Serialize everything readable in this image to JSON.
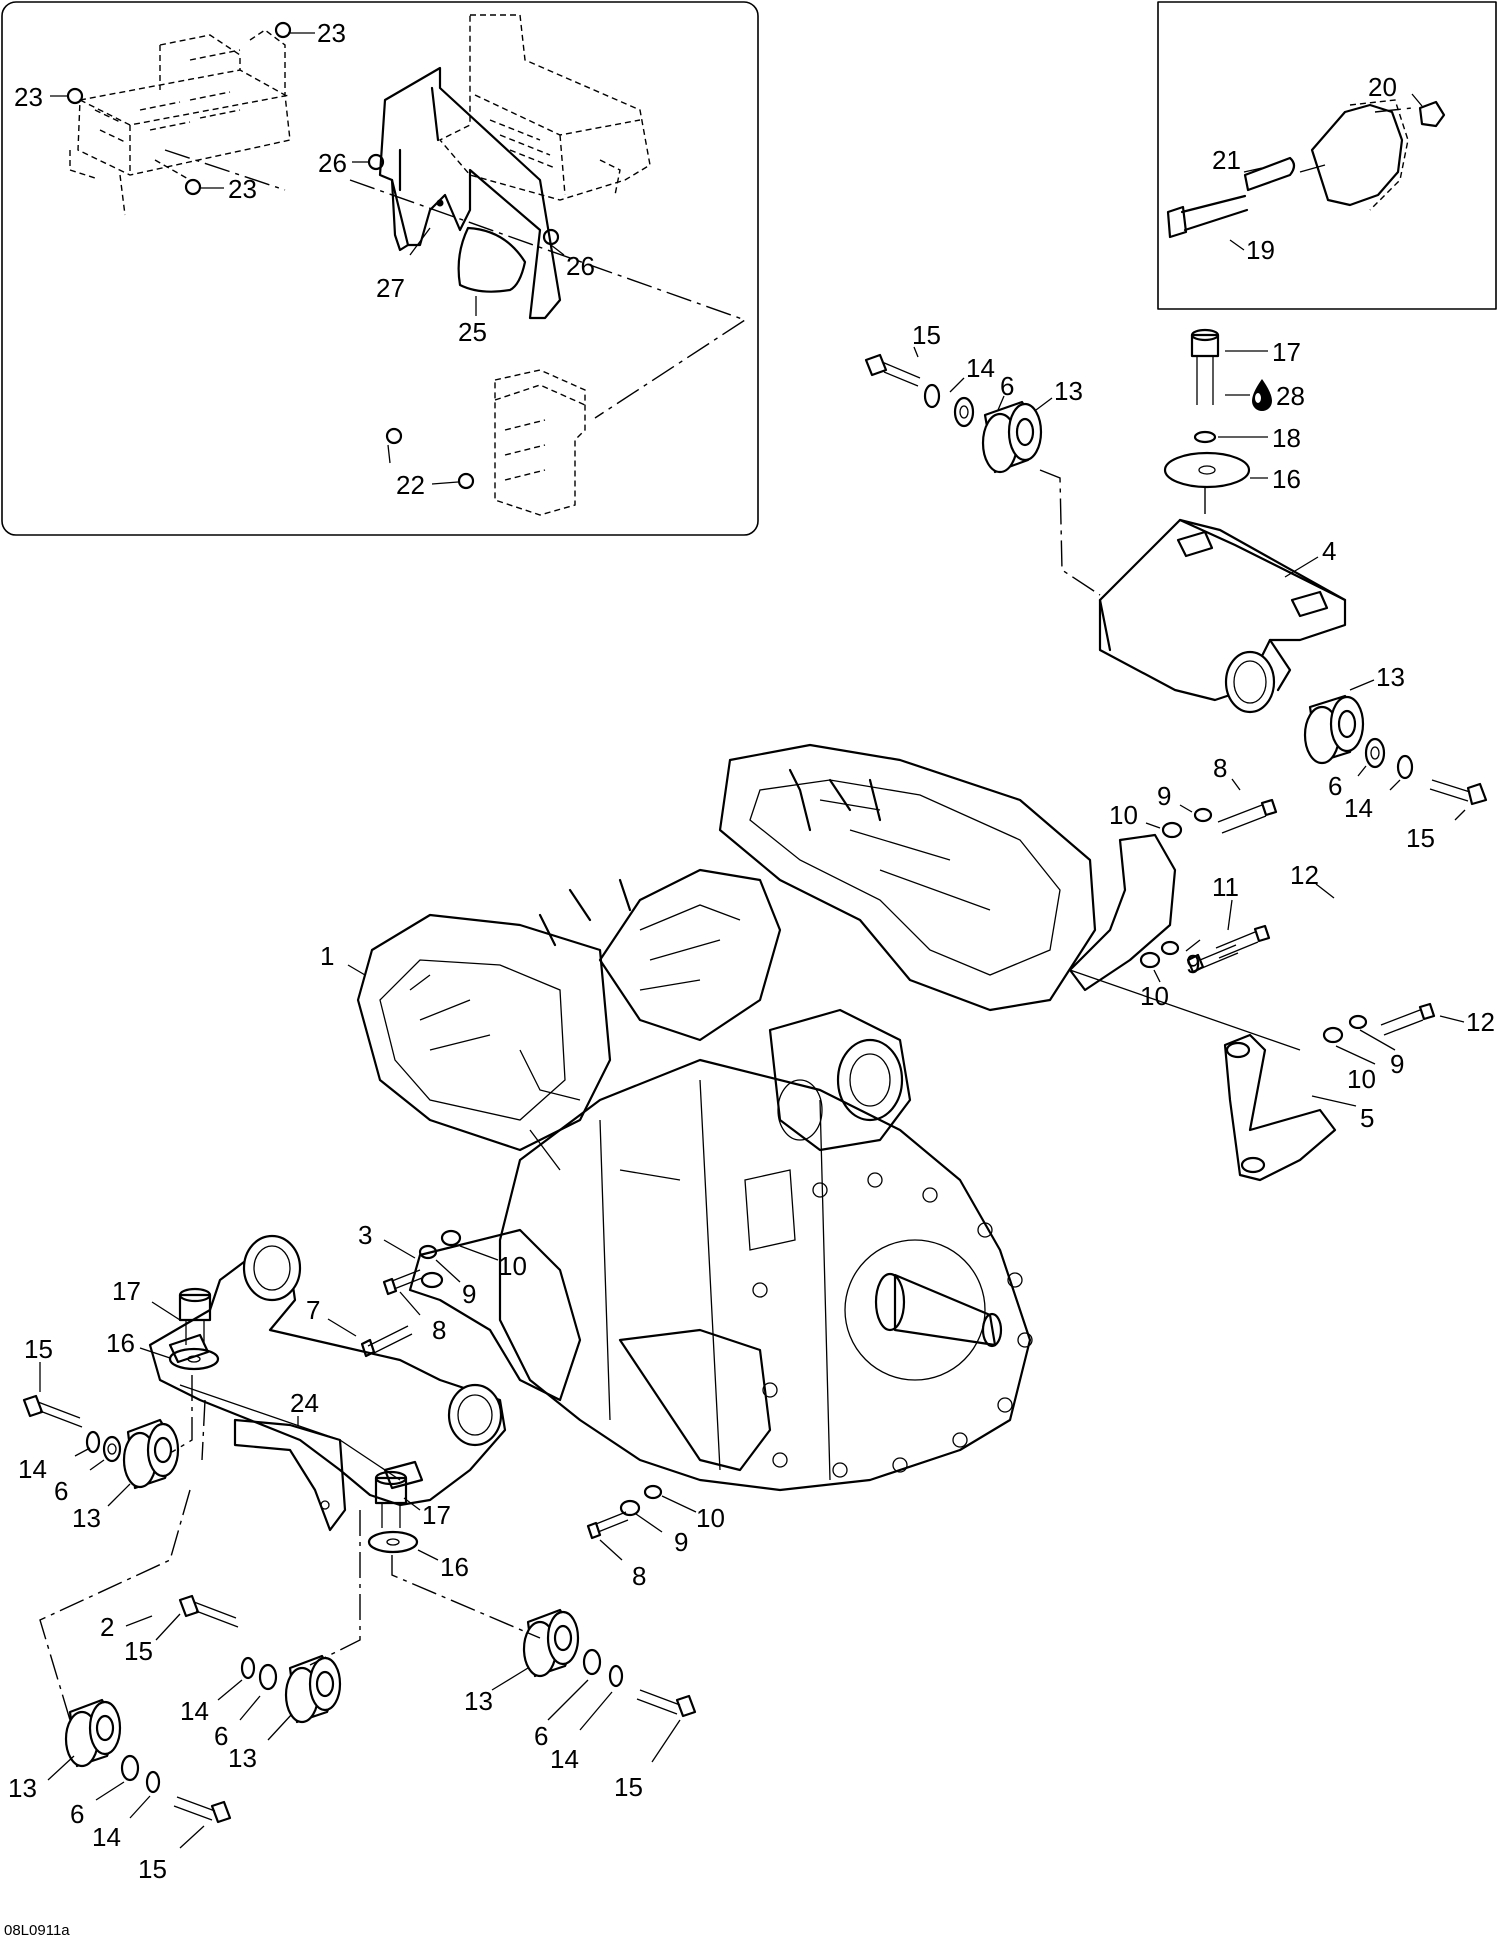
{
  "figure": {
    "reference": "08L0911a"
  },
  "callouts": [
    {
      "label": "23"
    },
    {
      "label": "23"
    },
    {
      "label": "23"
    },
    {
      "label": "26"
    },
    {
      "label": "26"
    },
    {
      "label": "27"
    },
    {
      "label": "25"
    },
    {
      "label": "22"
    },
    {
      "label": "20"
    },
    {
      "label": "21"
    },
    {
      "label": "19"
    },
    {
      "label": "15"
    },
    {
      "label": "14"
    },
    {
      "label": "6"
    },
    {
      "label": "13"
    },
    {
      "label": "17"
    },
    {
      "label": "28"
    },
    {
      "label": "18"
    },
    {
      "label": "16"
    },
    {
      "label": "4"
    },
    {
      "label": "13"
    },
    {
      "label": "6"
    },
    {
      "label": "14"
    },
    {
      "label": "15"
    },
    {
      "label": "8"
    },
    {
      "label": "9"
    },
    {
      "label": "10"
    },
    {
      "label": "11"
    },
    {
      "label": "12"
    },
    {
      "label": "9"
    },
    {
      "label": "10"
    },
    {
      "label": "12"
    },
    {
      "label": "9"
    },
    {
      "label": "10"
    },
    {
      "label": "5"
    },
    {
      "label": "1"
    },
    {
      "label": "3"
    },
    {
      "label": "7"
    },
    {
      "label": "10"
    },
    {
      "label": "9"
    },
    {
      "label": "8"
    },
    {
      "label": "10"
    },
    {
      "label": "9"
    },
    {
      "label": "8"
    },
    {
      "label": "17"
    },
    {
      "label": "15"
    },
    {
      "label": "16"
    },
    {
      "label": "24"
    },
    {
      "label": "14"
    },
    {
      "label": "6"
    },
    {
      "label": "13"
    },
    {
      "label": "17"
    },
    {
      "label": "16"
    },
    {
      "label": "2"
    },
    {
      "label": "15"
    },
    {
      "label": "14"
    },
    {
      "label": "6"
    },
    {
      "label": "13"
    },
    {
      "label": "13"
    },
    {
      "label": "6"
    },
    {
      "label": "14"
    },
    {
      "label": "15"
    },
    {
      "label": "13"
    },
    {
      "label": "6"
    },
    {
      "label": "14"
    },
    {
      "label": "15"
    }
  ],
  "icons": {
    "oil_drop": "oil-drop-icon"
  }
}
